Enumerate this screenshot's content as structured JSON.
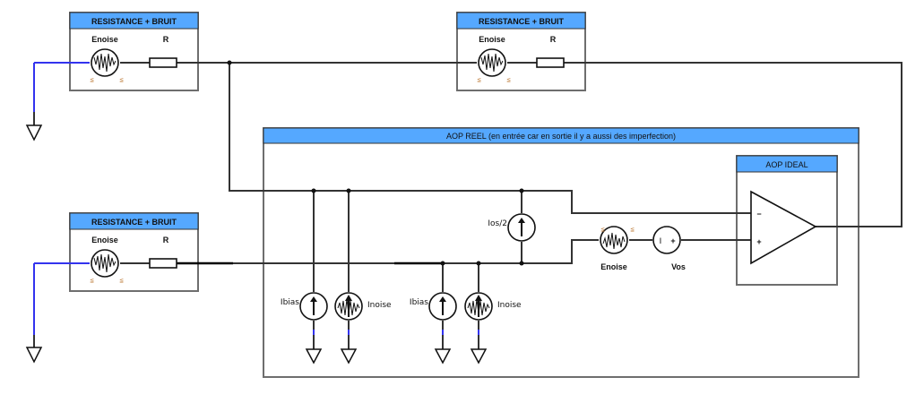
{
  "diagram": {
    "blocks": {
      "res_top_left": {
        "title": "RESISTANCE + BRUIT",
        "noise_label": "Enoise",
        "resistor_label": "R"
      },
      "res_top_right": {
        "title": "RESISTANCE + BRUIT",
        "noise_label": "Enoise",
        "resistor_label": "R"
      },
      "res_bottom_left": {
        "title": "RESISTANCE + BRUIT",
        "noise_label": "Enoise",
        "resistor_label": "R"
      },
      "aop_reel": {
        "title": "AOP REEL (en entrée car en sortie il y a aussi des imperfection)"
      },
      "aop_ideal": {
        "title": "AOP IDEAL",
        "minus": "−",
        "plus": "+"
      }
    },
    "sources": {
      "ibias_1": "Ibias",
      "inoise_1": "Inoise",
      "ibias_2": "Ibias",
      "inoise_2": "Inoise",
      "ios": "Ios/2",
      "enoise": "Enoise",
      "vos": "Vos",
      "vos_minus": "I",
      "vos_plus": "+"
    },
    "colors": {
      "header": "#55a8ff",
      "ground_wire": "#3333ee",
      "wire": "#333333"
    }
  }
}
